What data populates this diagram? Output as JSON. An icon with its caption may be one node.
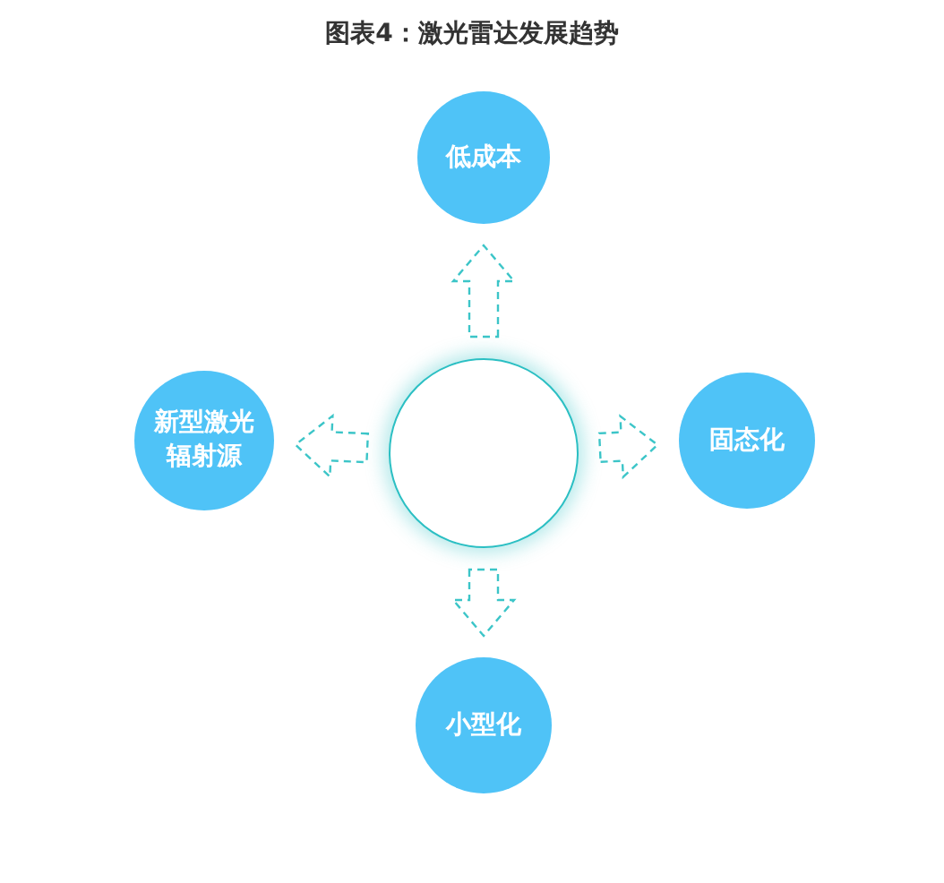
{
  "diagram": {
    "title": "图表4：激光雷达发展趋势",
    "nodes": [
      {
        "text": [],
        "shape": "circle"
      },
      {
        "text": [
          "低成本"
        ]
      },
      {
        "text": [
          "新型激光辐射源"
        ]
      },
      {
        "text": [
          "固态化"
        ]
      },
      {
        "text": [
          "小型化"
        ]
      }
    ],
    "edges": [
      {
        "from": 0,
        "to": 1,
        "arrow": "to",
        "style": "dashed"
      },
      {
        "from": 0,
        "to": 2,
        "arrow": "to",
        "style": "dashed"
      },
      {
        "from": 0,
        "to": 3,
        "arrow": "to",
        "style": "dashed"
      },
      {
        "from": 0,
        "to": 4,
        "arrow": "to",
        "style": "dashed"
      }
    ]
  }
}
